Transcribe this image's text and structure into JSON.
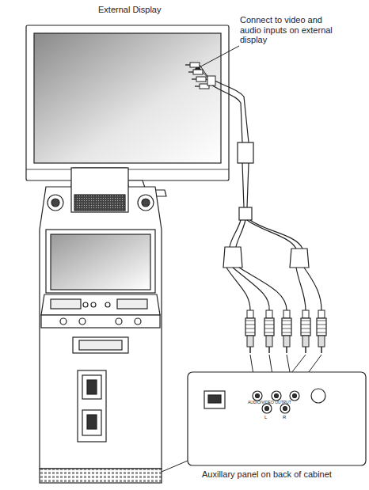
{
  "diagram": {
    "labels": [
      "External Display",
      "Connect to video and audio inputs on external display",
      "AUDIO/VIDEO OUTPUT",
      "L",
      "R",
      "Auxillary panel on back of cabinet"
    ]
  }
}
